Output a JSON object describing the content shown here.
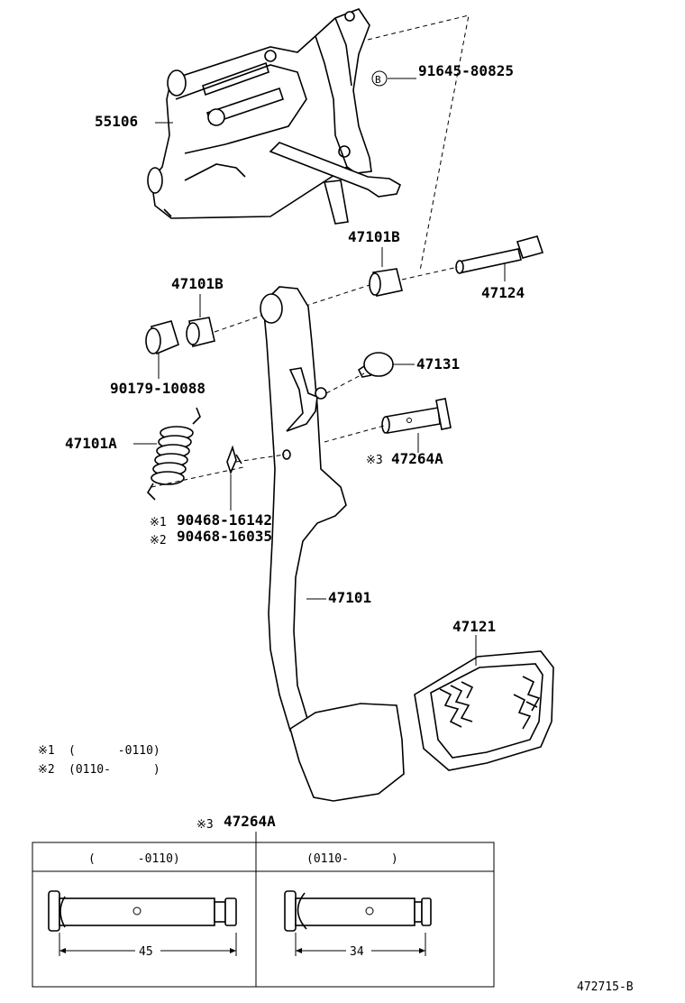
{
  "labels": {
    "bracket": "55106",
    "bolt_b": "91645-80825",
    "bolt_b_marker": "B",
    "bushing_right": "47101B",
    "bolt": "47124",
    "bushing_left": "47101B",
    "bushing_collar": "90179-10088",
    "stopper": "47131",
    "spring": "47101A",
    "pin": "47264A",
    "pin_mark": "※3",
    "clip1": "90468-16142",
    "clip1_mark": "※1",
    "clip2": "90468-16035",
    "clip2_mark": "※2",
    "pedal": "47101",
    "pad": "47121"
  },
  "footnotes": [
    {
      "mark": "※1",
      "text": "(      -0110)"
    },
    {
      "mark": "※2",
      "text": "(0110-      )"
    }
  ],
  "detail_table": {
    "mark": "※3",
    "title": "47264A",
    "columns": [
      {
        "header": "(      -0110)",
        "dimension": "45"
      },
      {
        "header": "(0110-      )",
        "dimension": "34"
      }
    ]
  },
  "figure_code": "472715-B"
}
